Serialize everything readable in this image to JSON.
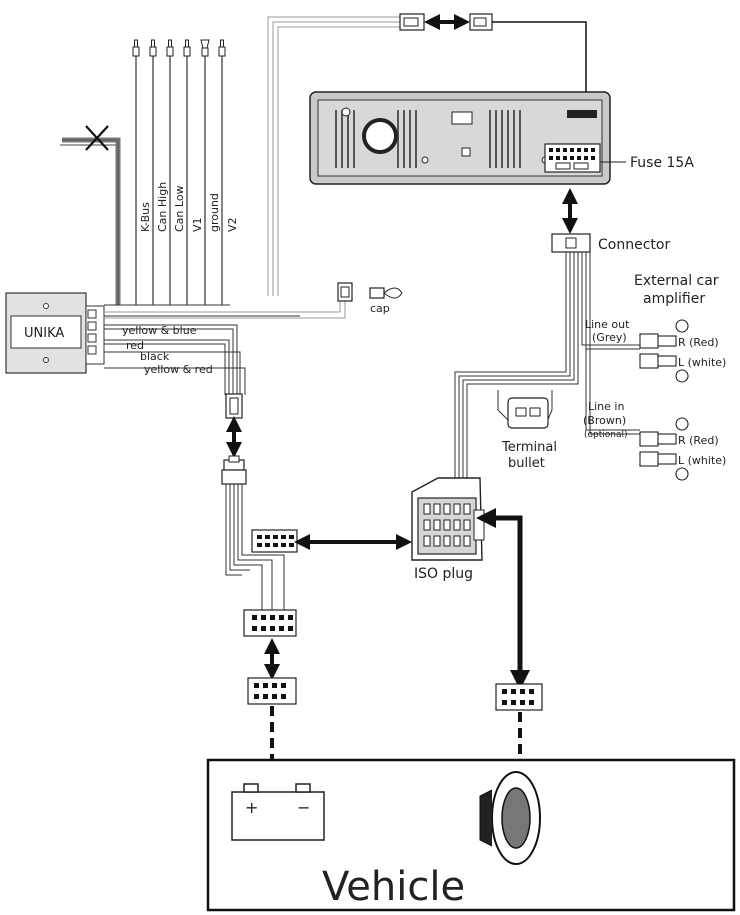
{
  "labels": {
    "unika": "UNIKA",
    "wire_kbus": "K-Bus",
    "wire_can_high": "Can High",
    "wire_can_low": "Can Low",
    "wire_v1": "V1",
    "wire_ground": "ground",
    "wire_v2": "V2",
    "yellow_blue": "yellow & blue",
    "red": "red",
    "black": "black",
    "yellow_red": "yellow & red",
    "cap": "cap",
    "fuse": "Fuse 15A",
    "connector": "Connector",
    "ext_amp_1": "External car",
    "ext_amp_2": "amplifier",
    "line_out_1": "Line out",
    "line_out_2": "(Grey)",
    "line_in_1": "Line in",
    "line_in_2": "(Brown)",
    "line_in_3": "(optional)",
    "r_red_1": "R (Red)",
    "l_white_1": "L (white)",
    "r_red_2": "R (Red)",
    "l_white_2": "L (white)",
    "terminal_1": "Terminal",
    "terminal_2": "bullet",
    "iso_plug": "ISO plug",
    "vehicle": "Vehicle",
    "plus": "+",
    "minus": "−"
  },
  "icons": [
    "battery-icon",
    "speaker-icon",
    "cross-icon",
    "fuse-icon"
  ]
}
